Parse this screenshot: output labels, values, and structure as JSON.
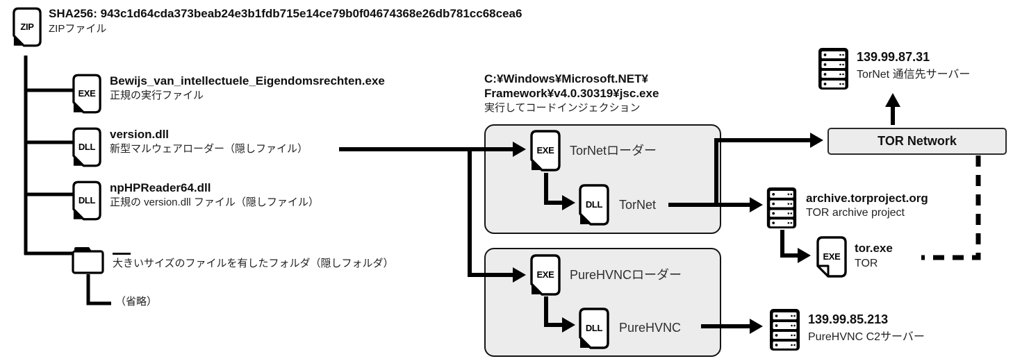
{
  "zip": {
    "icon": "ZIP",
    "sha": "SHA256: 943c1d64cda373beab24e3b1fdb715e14ce79b0f04674368e26db781cc68cea6",
    "type": "ZIPファイル"
  },
  "files": [
    {
      "icon": "EXE",
      "name": "Bewijs_van_intellectuele_Eigendomsrechten.exe",
      "desc": "正規の実行ファイル"
    },
    {
      "icon": "DLL",
      "name": "version.dll",
      "desc": "新型マルウェアローダー（隠しファイル）"
    },
    {
      "icon": "DLL",
      "name": "npHPReader64.dll",
      "desc": "正規の version.dll ファイル（隠しファイル）"
    },
    {
      "icon": "folder",
      "desc": "大きいサイズのファイルを有したフォルダ（隠しフォルダ）",
      "child_note": "（省略）"
    }
  ],
  "injection": {
    "path_line1": "C:¥Windows¥Microsoft.NET¥",
    "path_line2": "Framework¥v4.0.30319¥jsc.exe",
    "desc": "実行してコードインジェクション"
  },
  "tornet_group": {
    "exe_icon": "EXE",
    "exe_name": "TorNetローダー",
    "dll_icon": "DLL",
    "dll_name": "TorNet"
  },
  "purehvnc_group": {
    "exe_icon": "EXE",
    "exe_name": "PureHVNCローダー",
    "dll_icon": "DLL",
    "dll_name": "PureHVNC"
  },
  "tor_network": {
    "label": "TOR Network"
  },
  "tornet_server": {
    "ip": "139.99.87.31",
    "desc": "TorNet 通信先サーバー"
  },
  "archive_server": {
    "host": "archive.torproject.org",
    "desc": "TOR archive project"
  },
  "tor_exe": {
    "icon": "EXE",
    "name": "tor.exe",
    "desc": "TOR"
  },
  "purehvnc_server": {
    "ip": "139.99.85.213",
    "desc": "PureHVNC C2サーバー"
  },
  "colors": {
    "box_fill": "#ececec",
    "line": "#000000"
  }
}
